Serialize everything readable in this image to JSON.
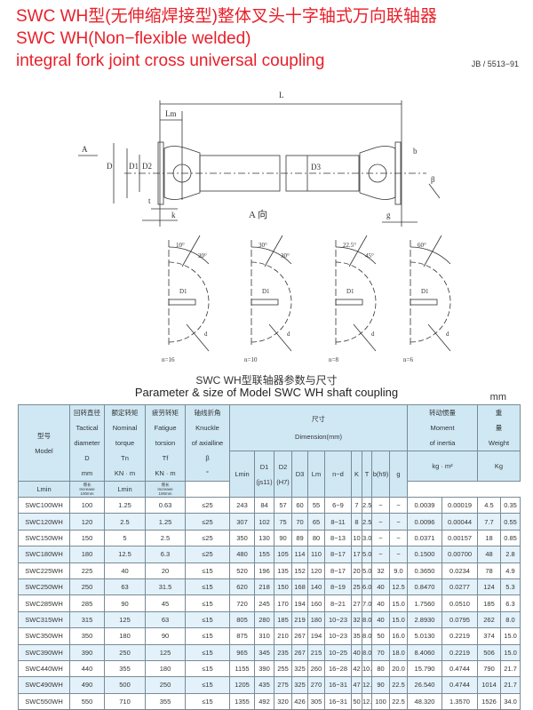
{
  "title": {
    "cn": "SWC WH型(无伸缩焊接型)整体叉头十字轴式万向联轴器",
    "en1": "SWC WH(Non−flexible welded)",
    "en2": "integral fork joint cross universal coupling",
    "standard": "JB / 5513−91"
  },
  "drawing": {
    "labels": {
      "L": "L",
      "Lm": "Lm",
      "A": "A",
      "D": "D",
      "D1": "D1",
      "D2": "D2",
      "D3": "D3",
      "t": "t",
      "k": "k",
      "b": "b",
      "beta": "β",
      "g": "g",
      "view": "A 向"
    },
    "flanges": [
      {
        "angles": [
          "10°",
          "20°"
        ],
        "n": "n=16",
        "d": "d",
        "Dl": "D1"
      },
      {
        "angles": [
          "30°",
          "30°"
        ],
        "n": "n=10",
        "d": "d",
        "Dl": "D1"
      },
      {
        "angles": [
          "22.5°",
          "45°"
        ],
        "n": "n=8",
        "d": "d",
        "Dl": "D1"
      },
      {
        "angles": [
          "60°"
        ],
        "n": "n=6",
        "d": "d",
        "Dl": "D1"
      }
    ]
  },
  "table": {
    "caption_cn": "SWC WH型联轴器参数与尺寸",
    "caption_en": "Parameter & size of Model SWC WH shaft coupling",
    "unit": "mm",
    "header": {
      "model": [
        "型号",
        "Model"
      ],
      "D": [
        "回转直径",
        "Tactical",
        "diameter",
        "D",
        "mm"
      ],
      "Tn": [
        "额定转矩",
        "Nominal",
        "torque",
        "Tn",
        "KN · m"
      ],
      "Tf": [
        "疲劳转矩",
        "Fatigue",
        "torsion",
        "Tf",
        "KN · m"
      ],
      "beta": [
        "轴线折角",
        "Knuckle",
        "of axialline",
        "β",
        "°"
      ],
      "dim": [
        "尺寸",
        "Dimension(mm)"
      ],
      "dims": [
        "Lmin",
        "D1",
        "D2",
        "D3",
        "Lm",
        "n−d",
        "K",
        "T",
        "b(h9)",
        "g"
      ],
      "dims_sub": {
        "D1": "(js11)",
        "D2": "(H7)"
      },
      "inertia": [
        "转动惯量",
        "Moment",
        "of inertia",
        "kg · m²"
      ],
      "weight": [
        "重",
        "量",
        "Weight",
        "Kg"
      ],
      "lmin": "Lmin",
      "inc": [
        "增长",
        "Increase",
        "100mm"
      ]
    },
    "rows": [
      [
        "SWC100WH",
        "100",
        "1.25",
        "0.63",
        "≤25",
        "243",
        "84",
        "57",
        "60",
        "55",
        "6−9",
        "7",
        "2.5",
        "−",
        "−",
        "0.0039",
        "0.00019",
        "4.5",
        "0.35"
      ],
      [
        "SWC120WH",
        "120",
        "2.5",
        "1.25",
        "≤25",
        "307",
        "102",
        "75",
        "70",
        "65",
        "8−11",
        "8",
        "2.5",
        "−",
        "−",
        "0.0096",
        "0.00044",
        "7.7",
        "0.55"
      ],
      [
        "SWC150WH",
        "150",
        "5",
        "2.5",
        "≤25",
        "350",
        "130",
        "90",
        "89",
        "80",
        "8−13",
        "10",
        "3.0",
        "−",
        "−",
        "0.0371",
        "0.00157",
        "18",
        "0.85"
      ],
      [
        "SWC180WH",
        "180",
        "12.5",
        "6.3",
        "≤25",
        "480",
        "155",
        "105",
        "114",
        "110",
        "8−17",
        "17",
        "5.0",
        "−",
        "−",
        "0.1500",
        "0.00700",
        "48",
        "2.8"
      ],
      [
        "SWC225WH",
        "225",
        "40",
        "20",
        "≤15",
        "520",
        "196",
        "135",
        "152",
        "120",
        "8−17",
        "20",
        "5.0",
        "32",
        "9.0",
        "0.3650",
        "0.0234",
        "78",
        "4.9"
      ],
      [
        "SWC250WH",
        "250",
        "63",
        "31.5",
        "≤15",
        "620",
        "218",
        "150",
        "168",
        "140",
        "8−19",
        "25",
        "6.0",
        "40",
        "12.5",
        "0.8470",
        "0.0277",
        "124",
        "5.3"
      ],
      [
        "SWC285WH",
        "285",
        "90",
        "45",
        "≤15",
        "720",
        "245",
        "170",
        "194",
        "160",
        "8−21",
        "27",
        "7.0",
        "40",
        "15.0",
        "1.7560",
        "0.0510",
        "185",
        "6.3"
      ],
      [
        "SWC315WH",
        "315",
        "125",
        "63",
        "≤15",
        "805",
        "280",
        "185",
        "219",
        "180",
        "10−23",
        "32",
        "8.0",
        "40",
        "15.0",
        "2.8930",
        "0.0795",
        "262",
        "8.0"
      ],
      [
        "SWC350WH",
        "350",
        "180",
        "90",
        "≤15",
        "875",
        "310",
        "210",
        "267",
        "194",
        "10−23",
        "35",
        "8.0",
        "50",
        "16.0",
        "5.0130",
        "0.2219",
        "374",
        "15.0"
      ],
      [
        "SWC390WH",
        "390",
        "250",
        "125",
        "≤15",
        "965",
        "345",
        "235",
        "267",
        "215",
        "10−25",
        "40",
        "8.0",
        "70",
        "18.0",
        "8.4060",
        "0.2219",
        "506",
        "15.0"
      ],
      [
        "SWC440WH",
        "440",
        "355",
        "180",
        "≤15",
        "1155",
        "390",
        "255",
        "325",
        "260",
        "16−28",
        "42",
        "10.0",
        "80",
        "20.0",
        "15.790",
        "0.4744",
        "790",
        "21.7"
      ],
      [
        "SWC490WH",
        "490",
        "500",
        "250",
        "≤15",
        "1205",
        "435",
        "275",
        "325",
        "270",
        "16−31",
        "47",
        "12.0",
        "90",
        "22.5",
        "26.540",
        "0.4744",
        "1014",
        "21.7"
      ],
      [
        "SWC550WH",
        "550",
        "710",
        "355",
        "≤15",
        "1355",
        "492",
        "320",
        "426",
        "305",
        "16−31",
        "50",
        "12.0",
        "100",
        "22.5",
        "48.320",
        "1.3570",
        "1526",
        "34.0"
      ]
    ]
  },
  "colors": {
    "title": "#e8202a",
    "header_bg": "#cfe8f4",
    "row_alt": "#e3f2fa"
  }
}
